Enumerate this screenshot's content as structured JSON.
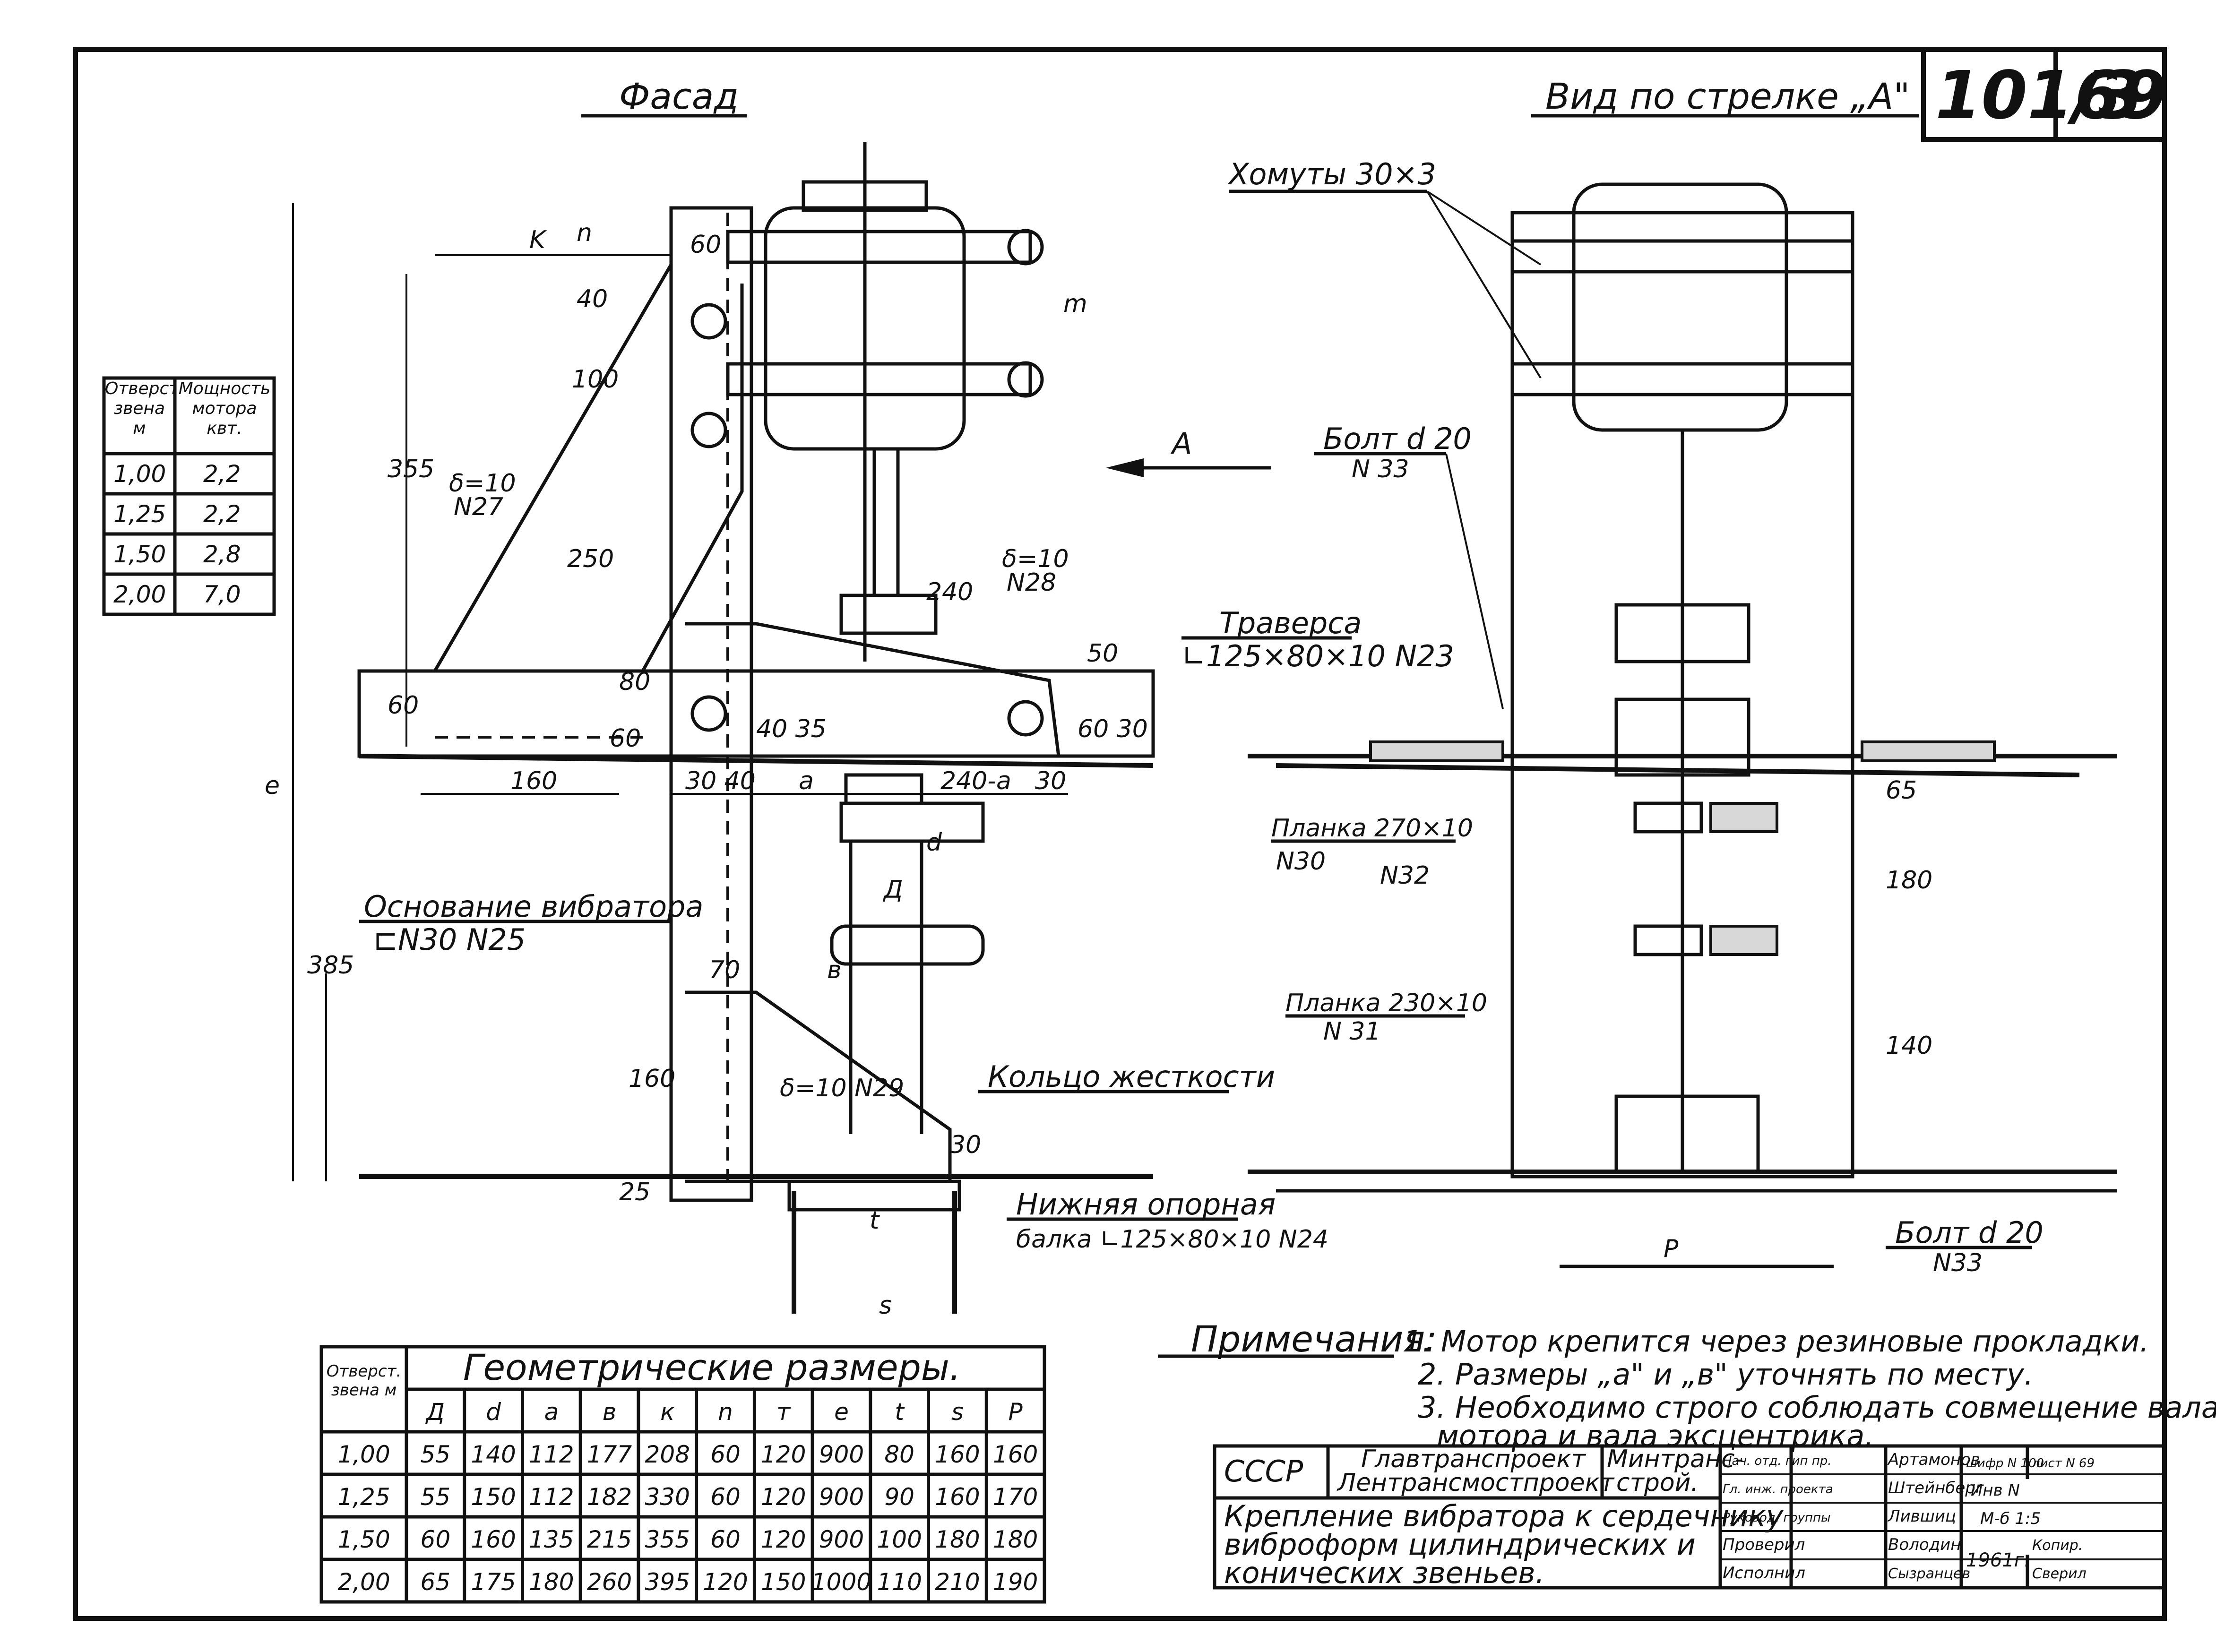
{
  "sheet": {
    "number": "101/3",
    "page": "69"
  },
  "views": {
    "facade_title": "Фасад",
    "view_a_title": "Вид по стрелке „А\""
  },
  "facade_labels": {
    "arrow_a": "A",
    "base": "Основание вибратора",
    "base_spec": "⊏N30 N25",
    "ring": "Кольцо жесткости",
    "lower_beam": "Нижняя опорная",
    "lower_beam_spec": "балка ∟125×80×10 N24",
    "plate_n27": "δ=10",
    "plate_n27_no": "N27",
    "plate_n28": "δ=10",
    "plate_n28_no": "N28",
    "plate_n29": "δ=10 N29"
  },
  "facade_dims": {
    "k": "K",
    "n": "n",
    "d60": "60",
    "d40": "40",
    "d100": "100",
    "m": "m",
    "d355": "355",
    "d250": "250",
    "d240": "240",
    "d50": "50",
    "d60b": "60",
    "d80": "80",
    "d60c": "60",
    "d40_35": "40 35",
    "d60_30": "60 30",
    "d160": "160",
    "d_e": "e",
    "d30_40": "30 40",
    "a": "a",
    "d240a": "240-a",
    "d30": "30",
    "d_small": "d",
    "d_big": "Д",
    "d70": "70",
    "b": "в",
    "d385": "385",
    "d160b": "160",
    "d25": "25",
    "d30b": "30",
    "t": "t",
    "s": "s"
  },
  "view_a_labels": {
    "clamps": "Хомуты 30×3",
    "bolt1": "Болт d 20",
    "bolt1_no": "N 33",
    "traverse": "Траверса",
    "traverse_spec": "∟125×80×10 N23",
    "strip1": "Планка 270×10",
    "strip1_no": "N30",
    "strip1_no2": "N32",
    "strip2": "Планка 230×10",
    "strip2_no": "N 31",
    "bolt2": "Болт d 20",
    "bolt2_no": "N33",
    "p": "P",
    "d65": "65",
    "d180": "180",
    "d140": "140"
  },
  "power_table": {
    "headers": [
      "Отверст. звена м",
      "Мощность мотора квт."
    ],
    "rows": [
      [
        "1,00",
        "2,2"
      ],
      [
        "1,25",
        "2,2"
      ],
      [
        "1,50",
        "2,8"
      ],
      [
        "2,00",
        "7,0"
      ]
    ]
  },
  "geom_table": {
    "title": "Геометрические размеры.",
    "first_header": "Отверст. звена м",
    "headers": [
      "Д",
      "d",
      "a",
      "в",
      "к",
      "n",
      "т",
      "e",
      "t",
      "s",
      "P"
    ],
    "rows": [
      [
        "1,00",
        "55",
        "140",
        "112",
        "177",
        "208",
        "60",
        "120",
        "900",
        "80",
        "160",
        "160"
      ],
      [
        "1,25",
        "55",
        "150",
        "112",
        "182",
        "330",
        "60",
        "120",
        "900",
        "90",
        "160",
        "170"
      ],
      [
        "1,50",
        "60",
        "160",
        "135",
        "215",
        "355",
        "60",
        "120",
        "900",
        "100",
        "180",
        "180"
      ],
      [
        "2,00",
        "65",
        "175",
        "180",
        "260",
        "395",
        "120",
        "150",
        "1000",
        "110",
        "210",
        "190"
      ]
    ]
  },
  "notes": {
    "heading": "Примечания:",
    "lines": [
      "1. Мотор крепится через резиновые прокладки.",
      "2. Размеры „а\" и „в\" уточнять по месту.",
      "3. Необходимо строго соблюдать совмещение вала",
      "мотора и вала эксцентрика."
    ]
  },
  "title_block": {
    "country": "СССР",
    "org1": "Главтранспроект",
    "org2": "Лентрансмостпроект",
    "ministry1": "Минтранс-",
    "ministry2": "строй.",
    "drawing_title": [
      "Крепление вибратора к сердечнику",
      "виброформ цилиндрических и",
      "конических звеньев."
    ],
    "roles": [
      "Нач. отд. гип пр.",
      "Гл. инж. проекта",
      "Руковод. группы",
      "Проверил",
      "Исполнил"
    ],
    "names": [
      "Артамонов",
      "Штейнберг",
      "Лившиц",
      "Володин",
      "Сызранцев"
    ],
    "cipher_label": "шифр N 100",
    "sheet_label": "лист N 69",
    "inv": "Инв N",
    "scale": "М-б 1:5",
    "year": "1961г.",
    "copied": "Копир.",
    "checked": "Сверил"
  }
}
